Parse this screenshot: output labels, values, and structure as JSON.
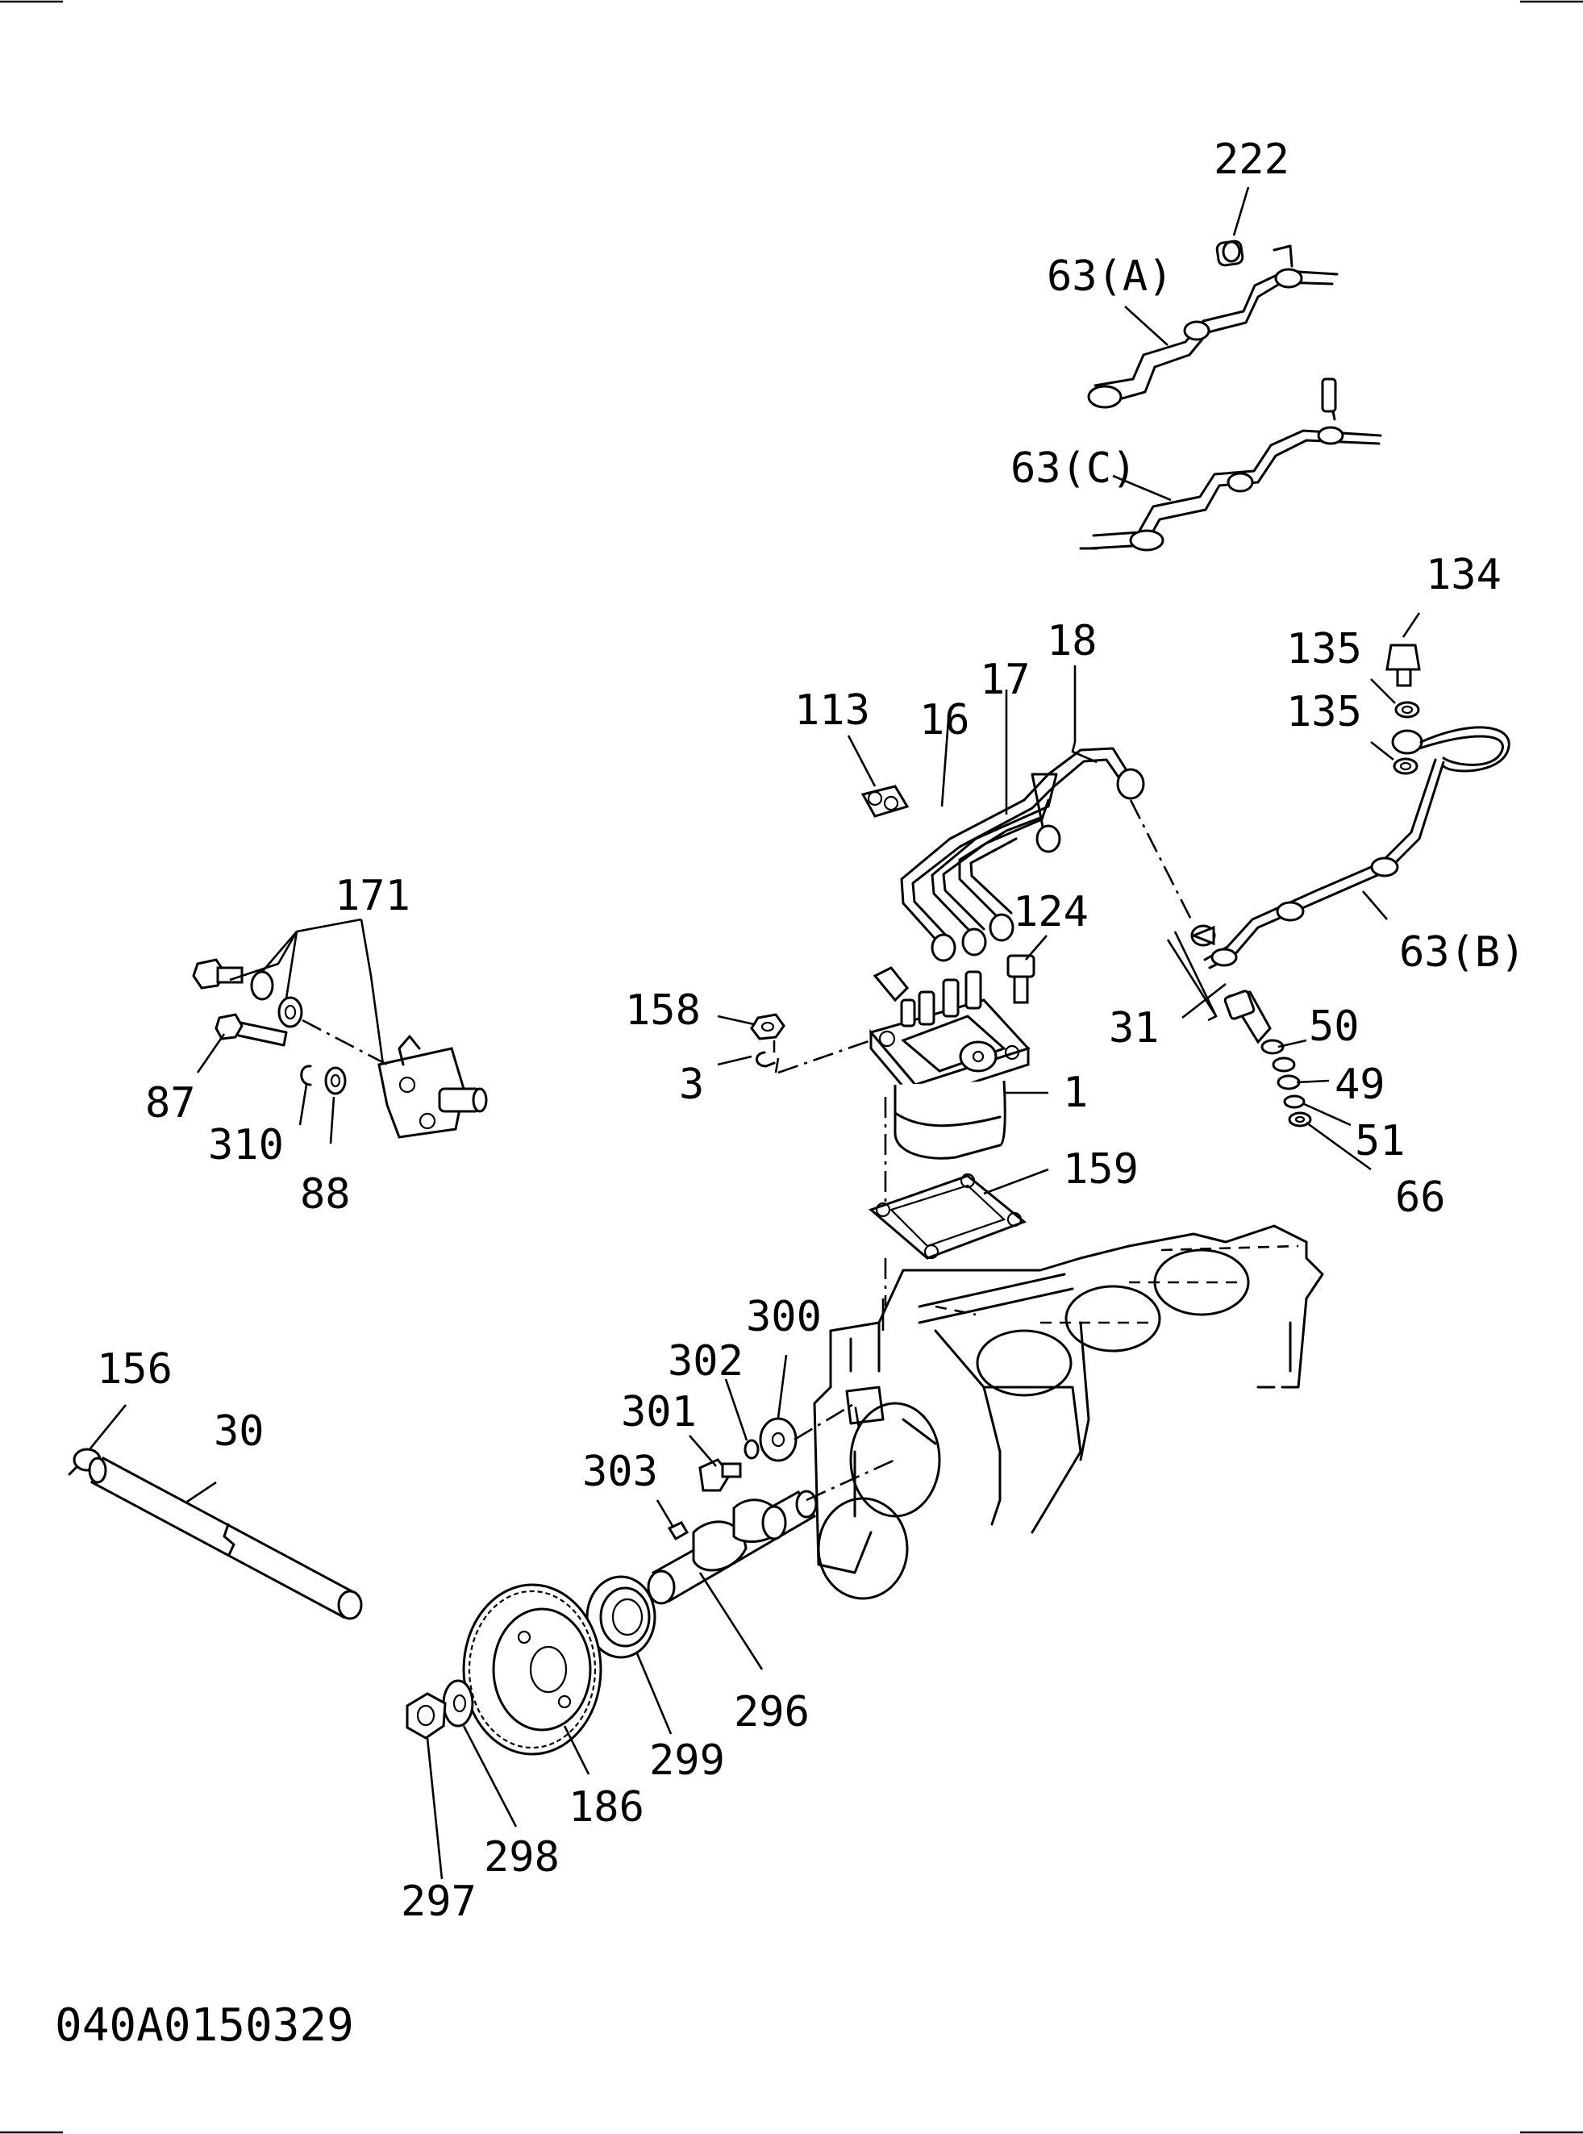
{
  "drawing_code": "040A0150329",
  "callouts": {
    "c222": "222",
    "c63a": "63(A)",
    "c63c": "63(C)",
    "c134": "134",
    "c135a": "135",
    "c135b": "135",
    "c18": "18",
    "c17": "17",
    "c16": "16",
    "c113": "113",
    "c171": "171",
    "c124": "124",
    "c63b": "63(B)",
    "c158": "158",
    "c3": "3",
    "c31": "31",
    "c50": "50",
    "c49": "49",
    "c51": "51",
    "c66": "66",
    "c1": "1",
    "c87": "87",
    "c310": "310",
    "c88": "88",
    "c159": "159",
    "c300": "300",
    "c302": "302",
    "c301": "301",
    "c303": "303",
    "c156": "156",
    "c30": "30",
    "c296": "296",
    "c299": "299",
    "c186": "186",
    "c298": "298",
    "c297": "297"
  }
}
